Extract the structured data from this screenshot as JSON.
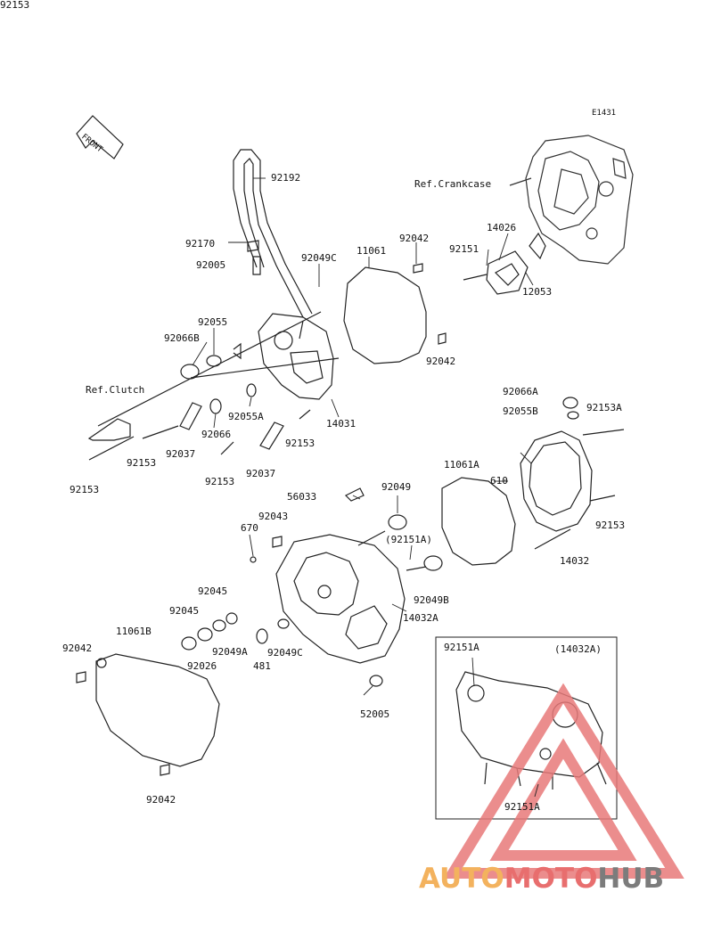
{
  "diagram": {
    "code": "E1431",
    "front_label": "FRONT",
    "inset_title": "(14032A)",
    "refs": {
      "crankcase": "Ref.Crankcase",
      "clutch": "Ref.Clutch"
    },
    "parts": [
      {
        "id": "p92192",
        "label": "92192"
      },
      {
        "id": "p92170",
        "label": "92170"
      },
      {
        "id": "p92005",
        "label": "92005"
      },
      {
        "id": "p92049C_a",
        "label": "92049C"
      },
      {
        "id": "p11061",
        "label": "11061"
      },
      {
        "id": "p92042_a",
        "label": "92042"
      },
      {
        "id": "p14026",
        "label": "14026"
      },
      {
        "id": "p92151",
        "label": "92151"
      },
      {
        "id": "p12053",
        "label": "12053"
      },
      {
        "id": "p92055",
        "label": "92055"
      },
      {
        "id": "p92066B",
        "label": "92066B"
      },
      {
        "id": "p92042_b",
        "label": "92042"
      },
      {
        "id": "p92055A",
        "label": "92055A"
      },
      {
        "id": "p92066",
        "label": "92066"
      },
      {
        "id": "p14031",
        "label": "14031"
      },
      {
        "id": "p92066A",
        "label": "92066A"
      },
      {
        "id": "p92055B",
        "label": "92055B"
      },
      {
        "id": "p92153A",
        "label": "92153A"
      },
      {
        "id": "p92153_a",
        "label": "92153"
      },
      {
        "id": "p92153_b",
        "label": "92153"
      },
      {
        "id": "p92037_a",
        "label": "92037"
      },
      {
        "id": "p92153_c",
        "label": "92153"
      },
      {
        "id": "p92037_b",
        "label": "92037"
      },
      {
        "id": "p92153_d",
        "label": "92153"
      },
      {
        "id": "p92153_e",
        "label": "92153"
      },
      {
        "id": "p11061A",
        "label": "11061A"
      },
      {
        "id": "p610",
        "label": "610"
      },
      {
        "id": "p92153_f",
        "label": "92153"
      },
      {
        "id": "p56033",
        "label": "56033"
      },
      {
        "id": "p92049",
        "label": "92049"
      },
      {
        "id": "p92043",
        "label": "92043"
      },
      {
        "id": "p670",
        "label": "670"
      },
      {
        "id": "p92151A_paren",
        "label": "(92151A)"
      },
      {
        "id": "p14032",
        "label": "14032"
      },
      {
        "id": "p92045_a",
        "label": "92045"
      },
      {
        "id": "p92045_b",
        "label": "92045"
      },
      {
        "id": "p92049B",
        "label": "92049B"
      },
      {
        "id": "p14032A",
        "label": "14032A"
      },
      {
        "id": "p11061B",
        "label": "11061B"
      },
      {
        "id": "p92042_c",
        "label": "92042"
      },
      {
        "id": "p92026",
        "label": "92026"
      },
      {
        "id": "p92049A",
        "label": "92049A"
      },
      {
        "id": "p481",
        "label": "481"
      },
      {
        "id": "p92049C_b",
        "label": "92049C"
      },
      {
        "id": "p52005",
        "label": "52005"
      },
      {
        "id": "p92151A_a",
        "label": "92151A"
      },
      {
        "id": "p92151A_b",
        "label": "92151A"
      },
      {
        "id": "p92042_d",
        "label": "92042"
      }
    ]
  },
  "watermark": {
    "part1": "AUTO",
    "part2": "MOTO",
    "part3": "HUB",
    "colors": {
      "auto": "#f3b25e",
      "moto": "#e86e6e",
      "hub": "#7c7c7c",
      "triangle": "#e87a7a"
    }
  }
}
